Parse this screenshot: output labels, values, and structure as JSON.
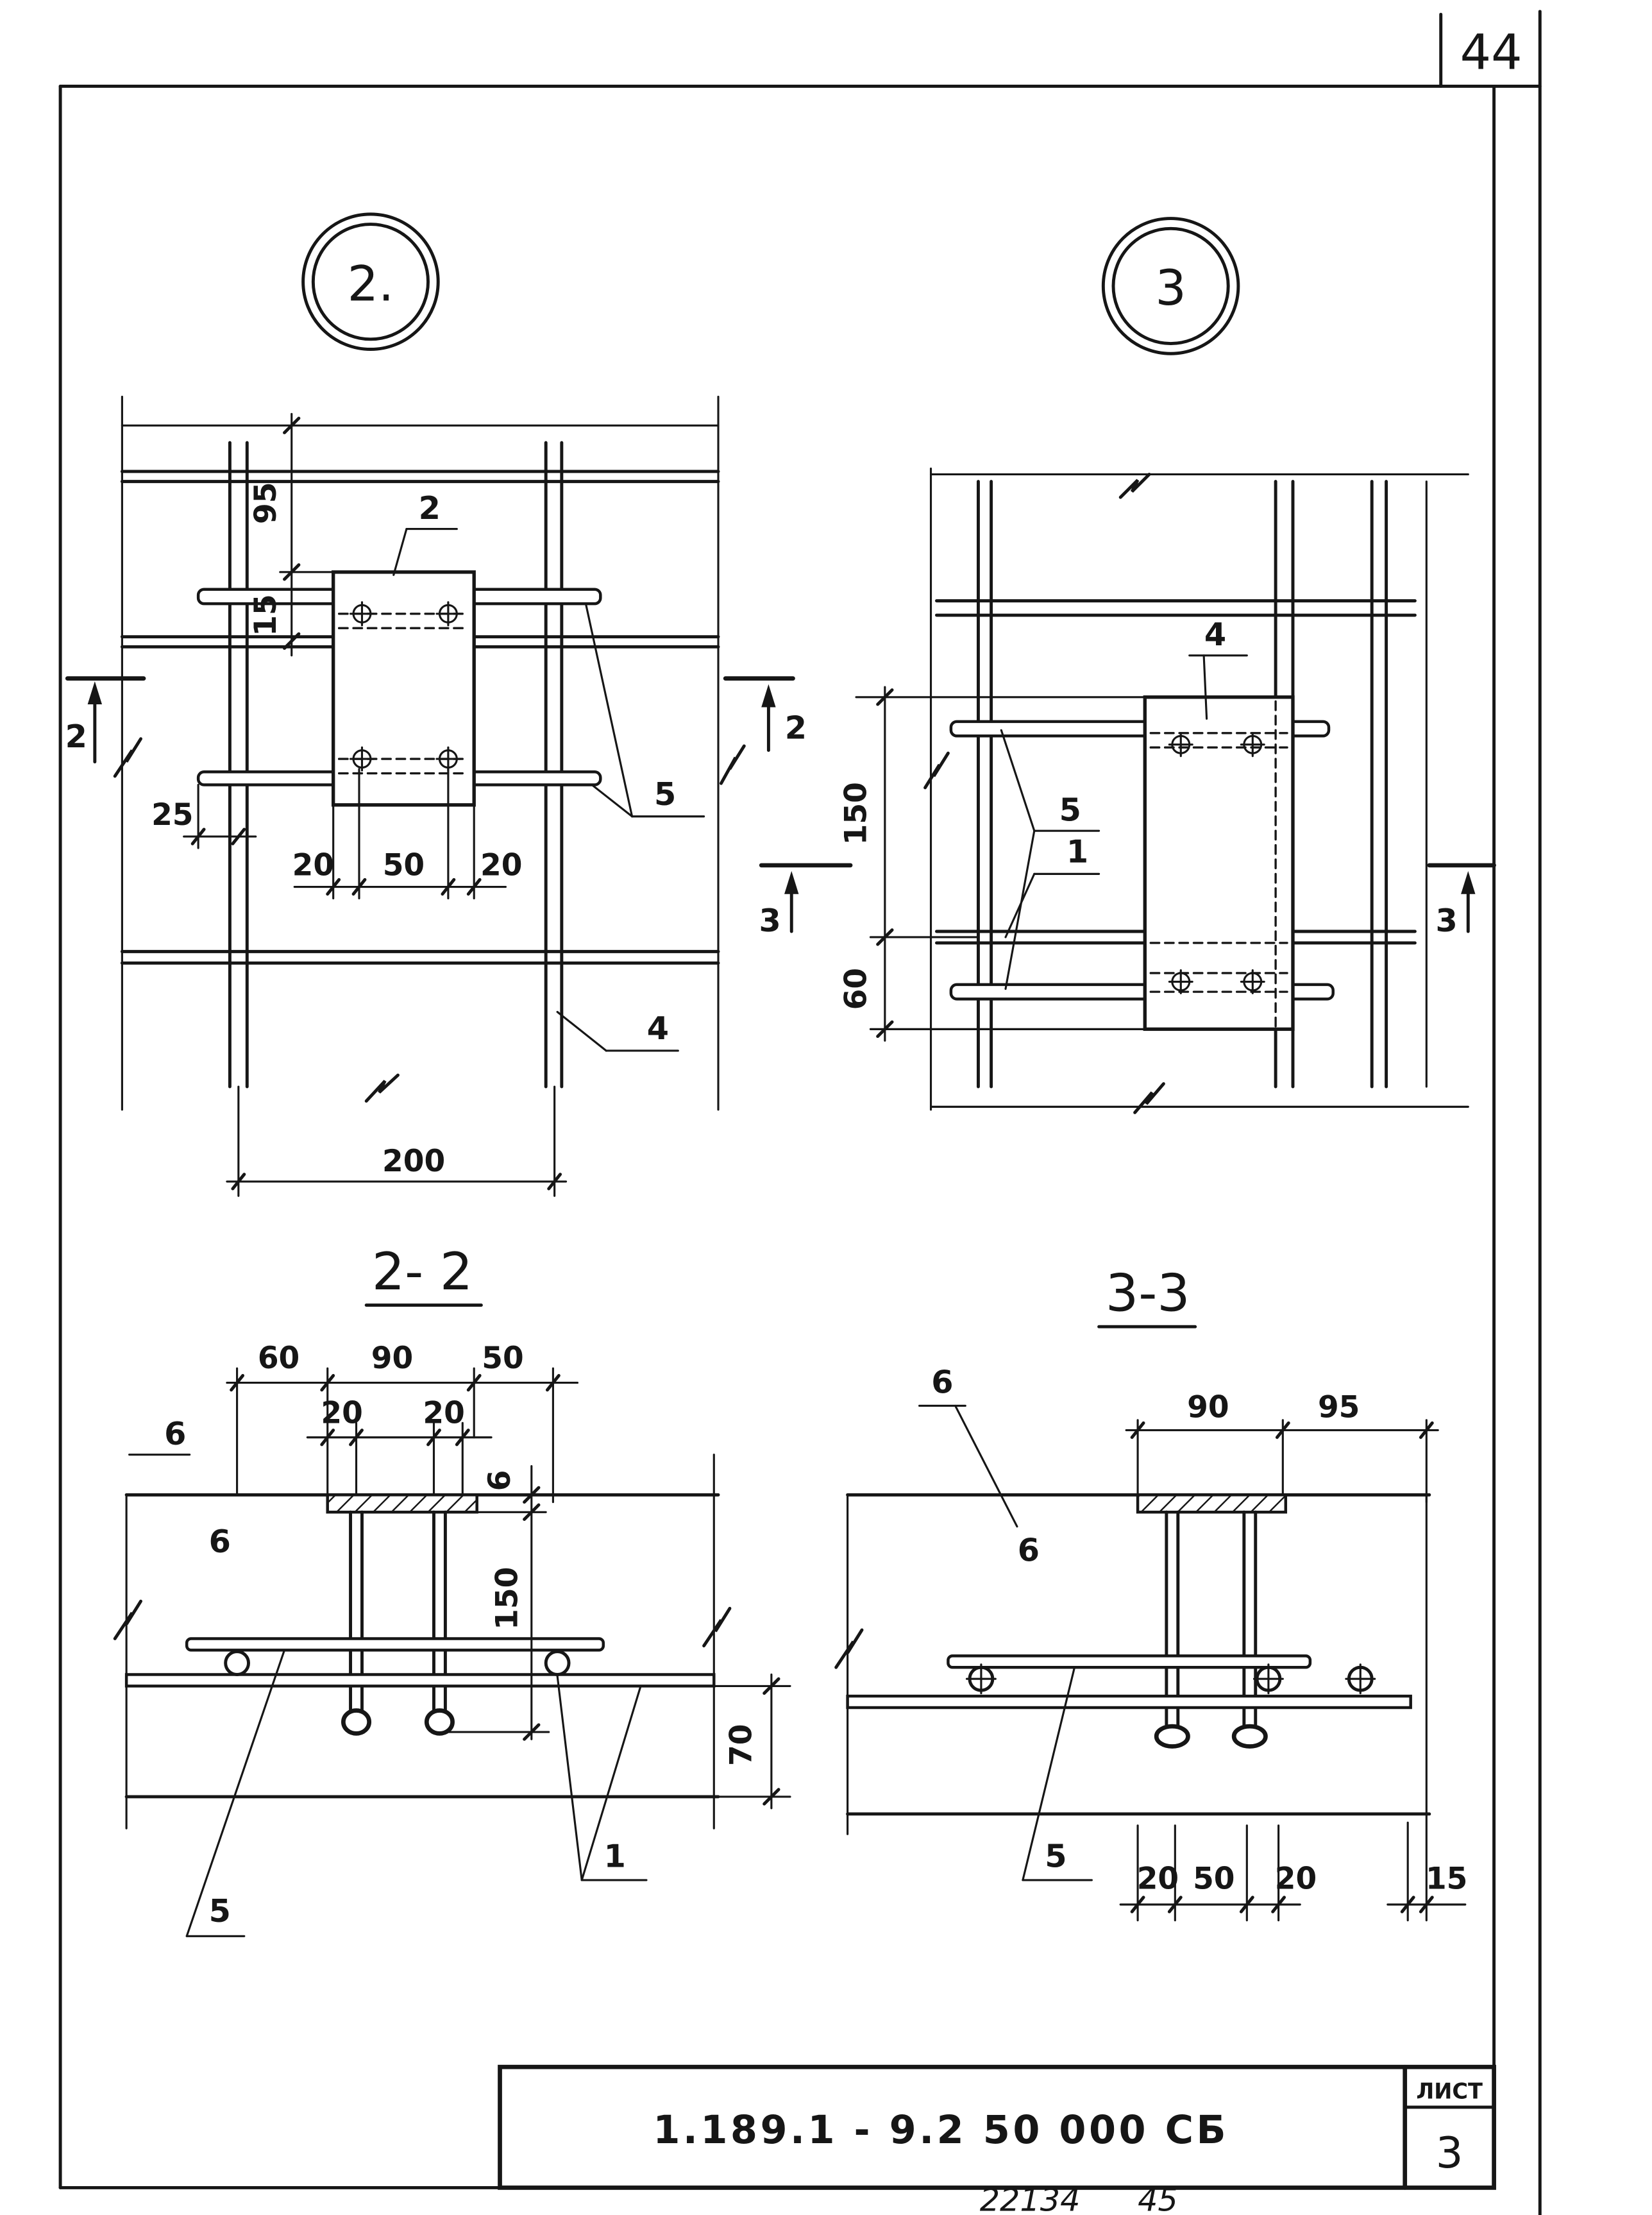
{
  "sheet": {
    "corner_number": "44",
    "doc_code": "1.189.1 - 9.2  50 000 СБ",
    "sheet_label": "ЛИСТ",
    "sheet_number": "3",
    "archive_number": "22134",
    "archive_page": "45"
  },
  "detail_2": {
    "marker": "2.",
    "section_mark": "2",
    "callouts": {
      "plate": "2",
      "short_bars": "5",
      "mesh_bars": "4"
    },
    "dims": {
      "top_offset": "95",
      "bar_offset": "15",
      "edge": "25",
      "left": "20",
      "middle": "50",
      "right": "20",
      "span": "200"
    }
  },
  "detail_3": {
    "marker": "3",
    "section_mark": "3",
    "callouts": {
      "plate": "4",
      "short_bars": "5",
      "long_bars": "1"
    },
    "dims": {
      "upper": "150",
      "lower": "60"
    }
  },
  "section_2_2": {
    "title": "2- 2",
    "callouts": {
      "concrete": "6",
      "concrete_inner": "6",
      "short_bar": "5",
      "long_bar": "1"
    },
    "dims": {
      "a": "60",
      "b": "90",
      "c": "50",
      "d": "20",
      "e": "20",
      "plate": "6",
      "height": "150",
      "cover": "70"
    }
  },
  "section_3_3": {
    "title": "3-3",
    "callouts": {
      "concrete": "6",
      "concrete_inner": "6",
      "short_bar": "5"
    },
    "dims": {
      "a": "90",
      "b": "95",
      "c": "20",
      "d": "50",
      "e": "20",
      "f": "15"
    }
  }
}
